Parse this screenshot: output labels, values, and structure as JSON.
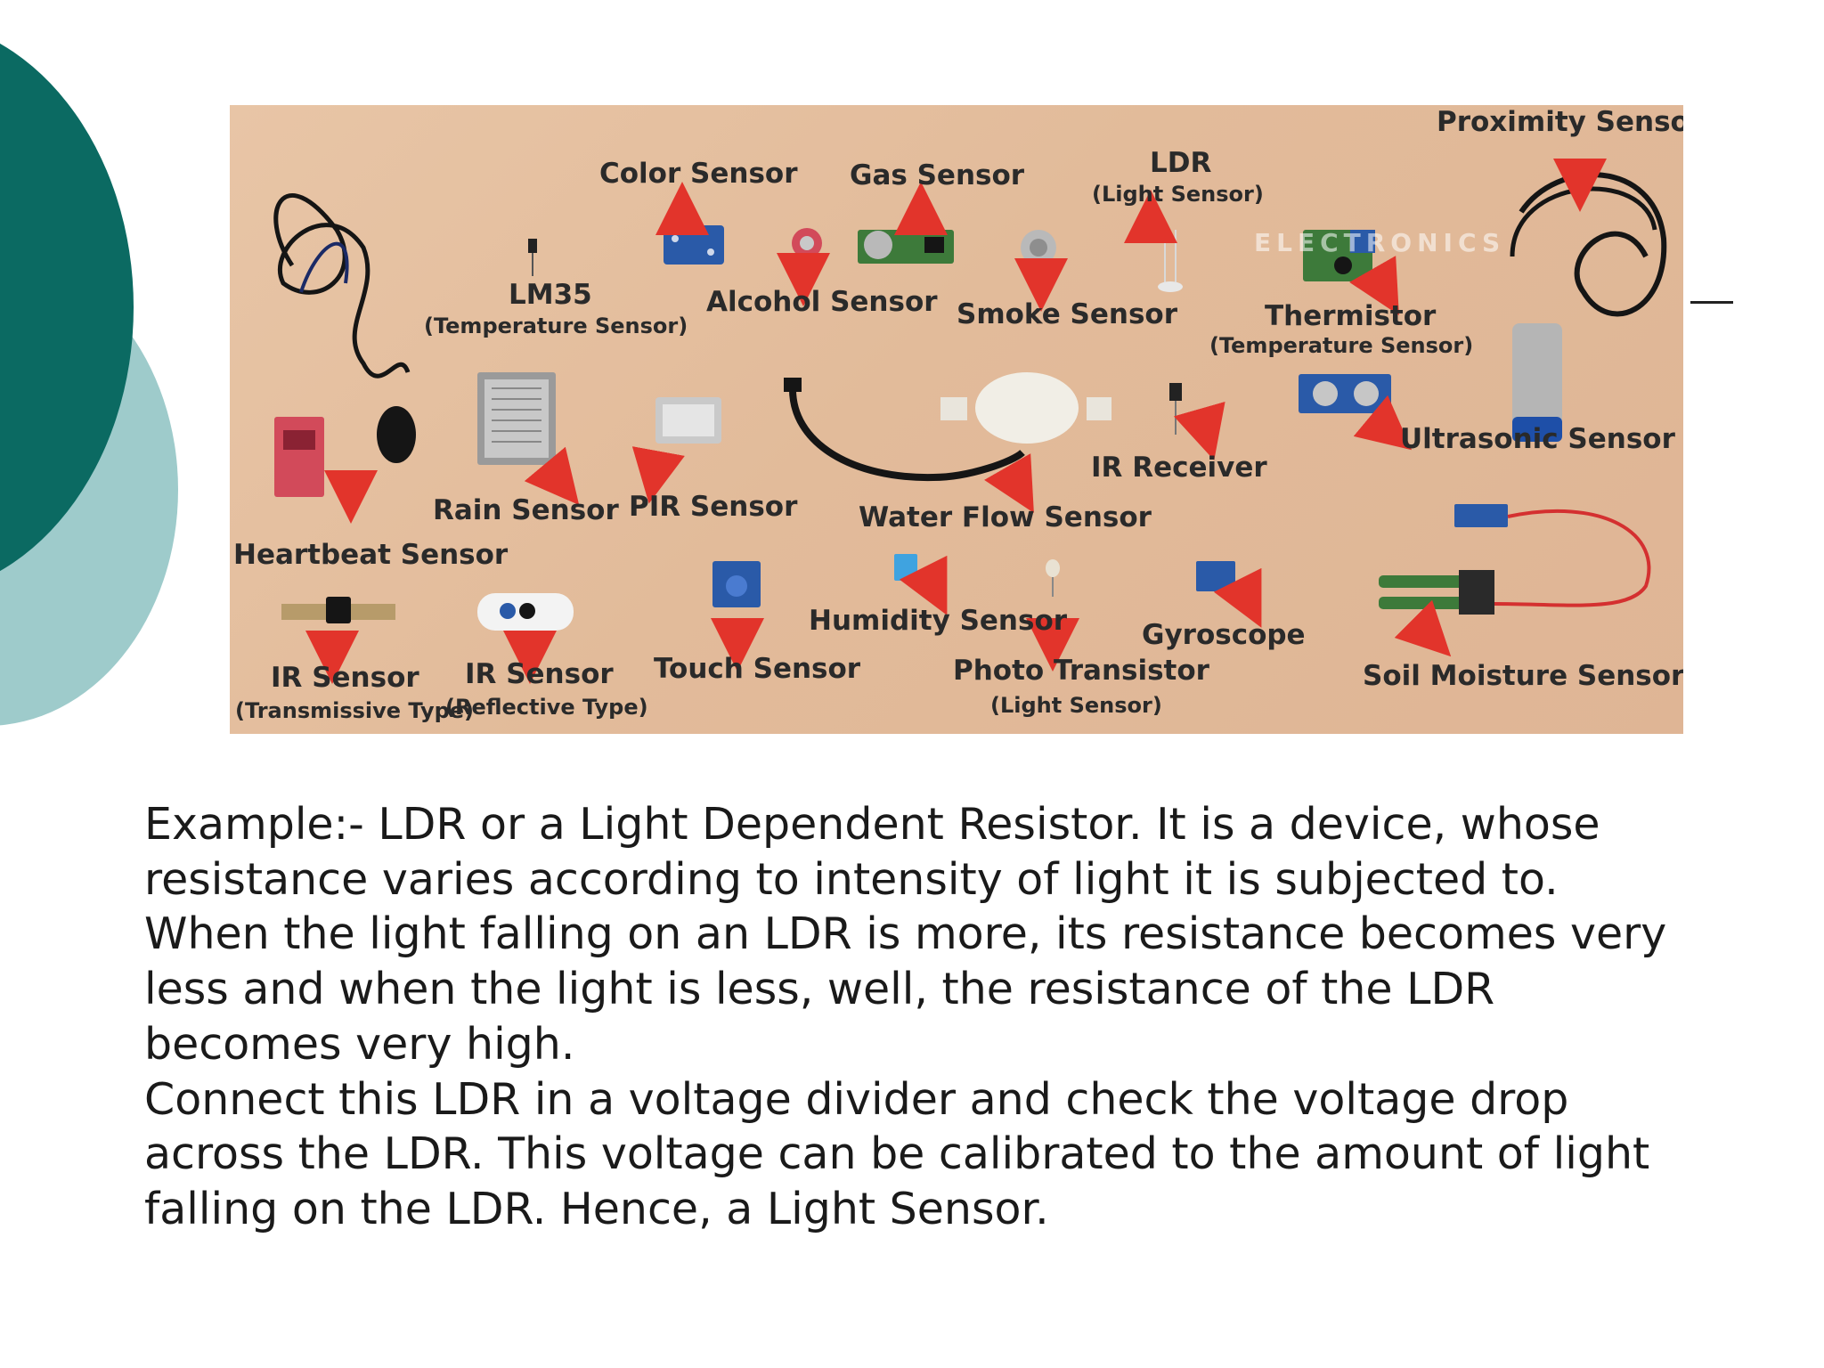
{
  "photo": {
    "labels": {
      "proximity": "Proximity Sensor",
      "color": "Color Sensor",
      "gas": "Gas Sensor",
      "ldr": "LDR",
      "ldr_sub": "(Light Sensor)",
      "lm35": "LM35",
      "lm35_sub": "(Temperature Sensor)",
      "alcohol": "Alcohol Sensor",
      "smoke": "Smoke Sensor",
      "thermistor": "Thermistor",
      "thermistor_sub": "(Temperature Sensor)",
      "ultrasonic": "Ultrasonic Sensor",
      "ir_receiver": "IR Receiver",
      "rain": "Rain Sensor",
      "pir": "PIR Sensor",
      "water_flow": "Water Flow Sensor",
      "heartbeat": "Heartbeat Sensor",
      "humidity": "Humidity Sensor",
      "gyroscope": "Gyroscope",
      "ir_trans": "IR Sensor",
      "ir_trans_sub": "(Transmissive Type)",
      "ir_refl": "IR Sensor",
      "ir_refl_sub": "(Reflective Type)",
      "touch": "Touch Sensor",
      "photo_transistor": "Photo Transistor",
      "photo_transistor_sub": "(Light Sensor)",
      "soil": "Soil Moisture Sensor"
    },
    "watermark": "ELECTRONICS",
    "colors": {
      "board_background": "#e2bb9a",
      "arrow": "#e2342b",
      "pcb_blue": "#2a5aa8",
      "pcb_red": "#d24a5a",
      "pcb_green": "#3d7a3a",
      "cable": "#151515"
    },
    "icons": [
      "proximity-sensor-icon",
      "color-sensor-icon",
      "gas-sensor-icon",
      "ldr-icon",
      "lm35-icon",
      "alcohol-sensor-icon",
      "smoke-sensor-icon",
      "thermistor-icon",
      "ultrasonic-sensor-icon",
      "ir-receiver-icon",
      "rain-sensor-icon",
      "pir-sensor-icon",
      "water-flow-sensor-icon",
      "heartbeat-sensor-icon",
      "humidity-sensor-icon",
      "gyroscope-icon",
      "ir-transmissive-icon",
      "ir-reflective-icon",
      "touch-sensor-icon",
      "photo-transistor-icon",
      "soil-moisture-sensor-icon"
    ]
  },
  "body": {
    "lines": [
      "Example:- LDR or a Light Dependent Resistor. It is a device, whose",
      "resistance varies according to intensity of light it is subjected to.",
      "When the light falling on an LDR is more, its resistance becomes very",
      "less and when the light is less, well, the resistance of the LDR",
      "becomes very high.",
      "Connect this LDR in a voltage divider and check the voltage drop",
      "across the LDR. This voltage can be calibrated to the amount of light",
      "falling on the LDR. Hence, a Light Sensor."
    ]
  },
  "theme": {
    "slide_background": "#ffffff",
    "circle_dark": "#0b6a62",
    "circle_light": "#9ecbcb",
    "text": "#1a1a1a"
  }
}
